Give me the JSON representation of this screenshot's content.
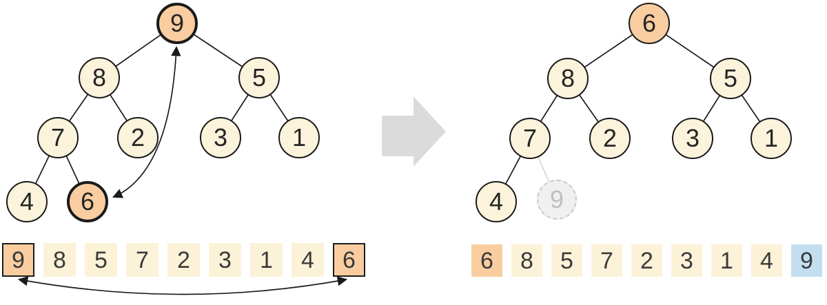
{
  "diagram": "heap-sort swap step: root and last leaf exchanged, then largest value removed from heap",
  "colors": {
    "node_fill": "#FBF3DB",
    "highlight_fill": "#F9CDA0",
    "sorted_fill": "#C3DFEF",
    "removed_fill": "#F0F0F0",
    "removed_border": "#C9C9C9",
    "edge": "#1a1a1a",
    "removed_edge": "#D4D4D4",
    "transition_arrow": "#DBDBDB"
  },
  "left_panel": {
    "tree": {
      "nodes": [
        {
          "value": "9",
          "state": "swapping-root"
        },
        {
          "value": "8",
          "state": "normal"
        },
        {
          "value": "5",
          "state": "normal"
        },
        {
          "value": "7",
          "state": "normal"
        },
        {
          "value": "2",
          "state": "normal"
        },
        {
          "value": "3",
          "state": "normal"
        },
        {
          "value": "1",
          "state": "normal"
        },
        {
          "value": "4",
          "state": "normal"
        },
        {
          "value": "6",
          "state": "swapping-leaf"
        }
      ]
    },
    "array": {
      "cells": [
        {
          "value": "9",
          "state": "swap"
        },
        {
          "value": "8",
          "state": "normal"
        },
        {
          "value": "5",
          "state": "normal"
        },
        {
          "value": "7",
          "state": "normal"
        },
        {
          "value": "2",
          "state": "normal"
        },
        {
          "value": "3",
          "state": "normal"
        },
        {
          "value": "1",
          "state": "normal"
        },
        {
          "value": "4",
          "state": "normal"
        },
        {
          "value": "6",
          "state": "swap"
        }
      ]
    }
  },
  "right_panel": {
    "tree": {
      "nodes": [
        {
          "value": "6",
          "state": "highlight"
        },
        {
          "value": "8",
          "state": "normal"
        },
        {
          "value": "5",
          "state": "normal"
        },
        {
          "value": "7",
          "state": "normal"
        },
        {
          "value": "2",
          "state": "normal"
        },
        {
          "value": "3",
          "state": "normal"
        },
        {
          "value": "1",
          "state": "normal"
        },
        {
          "value": "4",
          "state": "normal"
        },
        {
          "value": "9",
          "state": "removed"
        }
      ]
    },
    "array": {
      "cells": [
        {
          "value": "6",
          "state": "highlight"
        },
        {
          "value": "8",
          "state": "normal"
        },
        {
          "value": "5",
          "state": "normal"
        },
        {
          "value": "7",
          "state": "normal"
        },
        {
          "value": "2",
          "state": "normal"
        },
        {
          "value": "3",
          "state": "normal"
        },
        {
          "value": "1",
          "state": "normal"
        },
        {
          "value": "4",
          "state": "normal"
        },
        {
          "value": "9",
          "state": "sorted"
        }
      ]
    }
  }
}
